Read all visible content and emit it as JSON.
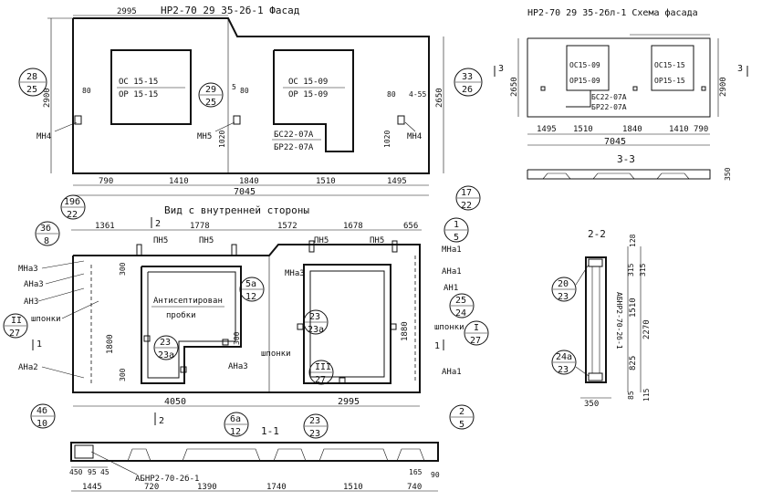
{
  "facade": {
    "title": "НР2-70 29 35-2б-1 Фасад",
    "top_dim": "2995",
    "height_left": "2900",
    "height_right": "2650",
    "win1_a": "ОС 15-15",
    "win1_b": "ОР 15-15",
    "win2_a": "ОС 15-09",
    "win2_b": "ОР 15-09",
    "bs_a": "БС22-07А",
    "bs_b": "БР22-07А",
    "mn4_left": "МН4",
    "mn5": "МН5",
    "mn4_right": "МН4",
    "d80_a": "80",
    "d80_b": "80",
    "d80_c": "80",
    "d5": "5",
    "d455": "4-55",
    "d1020_a": "1020",
    "d1020_b": "1020",
    "call_28": "28",
    "call_25a": "25",
    "call_29": "29",
    "call_25b": "25",
    "call_33": "33",
    "call_26": "26",
    "dims": [
      "790",
      "1410",
      "1840",
      "1510",
      "1495"
    ],
    "total": "7045"
  },
  "scheme": {
    "title": "НР2-70 29 35-2бл-1 Схема фасада",
    "win_a1": "ОС15-09",
    "win_a2": "ОР15-09",
    "win_b1": "ОС15-15",
    "win_b2": "ОР15-15",
    "bs_a": "БС22-07А",
    "bs_b": "БР22-07А",
    "h_left": "2650",
    "h_right": "2900",
    "mark_left": "3",
    "mark_right": "3",
    "dims": [
      "1495",
      "1510",
      "1840",
      "1410",
      "790"
    ],
    "total": "7045",
    "section": "3-3",
    "d350": "350"
  },
  "inner": {
    "title": "Вид с внутренней стороны",
    "mark2_top": "2",
    "top_dims": [
      "1361",
      "1778",
      "1572",
      "1678",
      "656"
    ],
    "pn5": [
      "ПН5",
      "ПН5",
      "ПН5",
      "ПН5"
    ],
    "mna1_top": "МНа1",
    "mna3_a": "МНа3",
    "mna3_b": "МНа3",
    "ana3": "АНа3",
    "an3": "АН3",
    "shponki_left": "шпонки",
    "shponki_right": "шпонки",
    "shponki_mid": "шпонки",
    "mark1_left": "1",
    "mark1_right": "1",
    "ana2": "АНа2",
    "ana1_a": "АНа1",
    "ana1_b": "АНа1",
    "an1": "АН1",
    "ana3_bottom": "АНа3",
    "antisept_a": "Антисептирован",
    "antisept_b": "пробки",
    "d300": [
      "300",
      "300",
      "300"
    ],
    "d1800_l": "1800",
    "d1880_r": "1880",
    "bottom_dims": [
      "4050",
      "2995"
    ],
    "mark2_bottom": "2",
    "section": "1-1",
    "calls": [
      {
        "t": "19б",
        "b": "22"
      },
      {
        "t": "3б",
        "b": "8"
      },
      {
        "t": "II",
        "b": "27"
      },
      {
        "t": "4б",
        "b": "10"
      },
      {
        "t": "17",
        "b": "22"
      },
      {
        "t": "1",
        "b": "5"
      },
      {
        "t": "25",
        "b": "24"
      },
      {
        "t": "I",
        "b": "27"
      },
      {
        "t": "2",
        "b": "5"
      },
      {
        "t": "5а",
        "b": "12"
      },
      {
        "t": "23",
        "b": "23а"
      },
      {
        "t": "23",
        "b": "23а"
      },
      {
        "t": "III",
        "b": "27"
      },
      {
        "t": "6а",
        "b": "12"
      },
      {
        "t": "23",
        "b": "23"
      }
    ]
  },
  "section11": {
    "label": "АБНР2-70-2б-1",
    "dims_top": [
      "450",
      "95",
      "45"
    ],
    "d165": "165",
    "d90": "90",
    "dims_bottom": [
      "1445",
      "720",
      "1390",
      "1740",
      "1510",
      "740"
    ]
  },
  "section22": {
    "title": "2-2",
    "d128": "128",
    "d315a": "315",
    "d315b": "315",
    "d2270": "2270",
    "d1510": "1510",
    "d825": "825",
    "d85": "85",
    "d115": "115",
    "d350": "350",
    "vlabel": "АБНР2-70-2б-1",
    "call_top": {
      "t": "20",
      "b": "23"
    },
    "call_bot": {
      "t": "24а",
      "b": "23"
    }
  }
}
